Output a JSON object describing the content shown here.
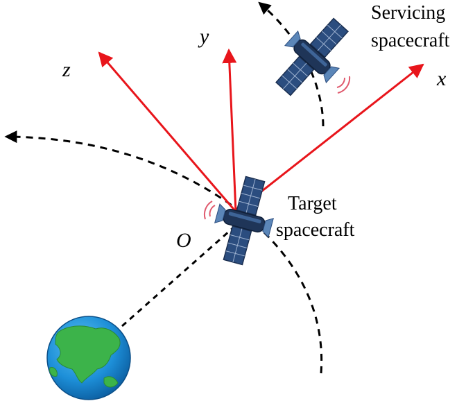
{
  "diagram": {
    "axes": [
      {
        "id": "x",
        "label": "x"
      },
      {
        "id": "y",
        "label": "y"
      },
      {
        "id": "z",
        "label": "z"
      }
    ],
    "origin_label": "O",
    "target_label": [
      "Target",
      "spacecraft"
    ],
    "servicing_label": [
      "Servicing",
      "spacecraft"
    ],
    "colors": {
      "axis": "#e8151b",
      "orbit": "#000000",
      "panel": "#2b4d7f",
      "panel_grid": "#9fb3d1",
      "body": "#1f3558",
      "signal": "#e05a6e",
      "earth_ocean": "#1d8fd8",
      "earth_land": "#3cb34a"
    }
  }
}
